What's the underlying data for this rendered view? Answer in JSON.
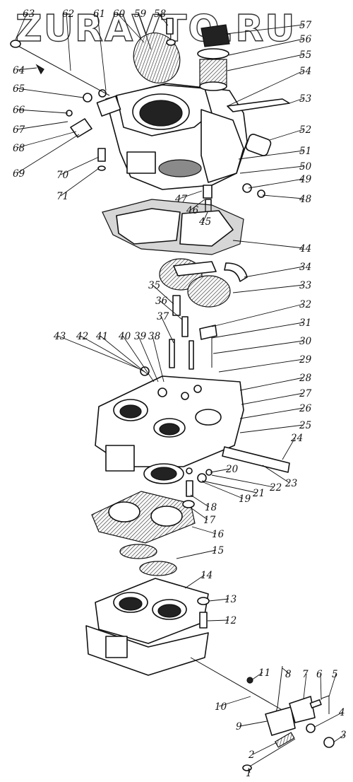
{
  "watermark": "ZURAVTO.RU",
  "callouts": [
    "1",
    "2",
    "3",
    "4",
    "5",
    "6",
    "7",
    "8",
    "9",
    "10",
    "11",
    "12",
    "13",
    "14",
    "15",
    "16",
    "17",
    "18",
    "19",
    "20",
    "21",
    "22",
    "23",
    "24",
    "25",
    "26",
    "27",
    "28",
    "29",
    "30",
    "31",
    "32",
    "33",
    "34",
    "35",
    "36",
    "37",
    "38",
    "39",
    "40",
    "41",
    "42",
    "43",
    "44",
    "45",
    "46",
    "47",
    "48",
    "49",
    "50",
    "51",
    "52",
    "53",
    "54",
    "55",
    "56",
    "57",
    "58",
    "59",
    "60",
    "61",
    "62",
    "63",
    "64",
    "65",
    "66",
    "67",
    "68",
    "69",
    "70",
    "71"
  ],
  "colors": {
    "ink": "#111111",
    "background": "#ffffff",
    "shade": "#8a8a8a"
  }
}
